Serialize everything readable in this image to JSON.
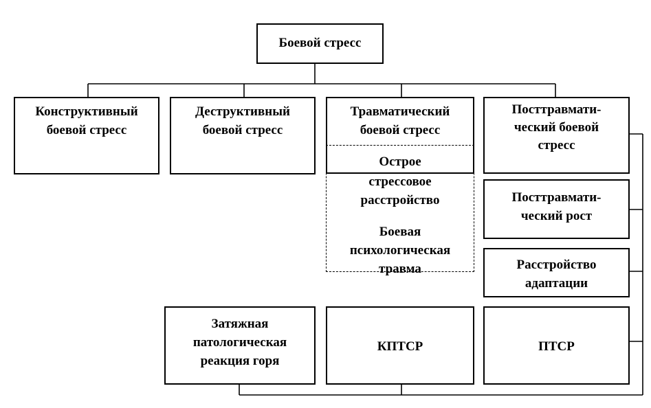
{
  "diagram": {
    "root": "Боевой стресс",
    "types": {
      "constructive": "Конструктивный\nбоевой стресс",
      "destructive": "Деструктивный\nбоевой стресс",
      "traumatic": "Травматический\nбоевой стресс",
      "posttraumatic": "Посттравмати-\nческий боевой\nстресс"
    },
    "traumatic_outcomes": {
      "acute": "Острое",
      "acute_rest": "стрессовое\nрасстройство",
      "psych_trauma": "Боевая\nпсихологическая\nтравма"
    },
    "posttraumatic_outcomes": {
      "growth": "Посттравмати-\nческий рост",
      "adjustment": "Расстройство\nадаптации"
    },
    "disorders": {
      "grief": "Затяжная\nпатологическая\nреакция горя",
      "cptsd": "КПТСР",
      "ptsd": "ПТСР"
    }
  }
}
